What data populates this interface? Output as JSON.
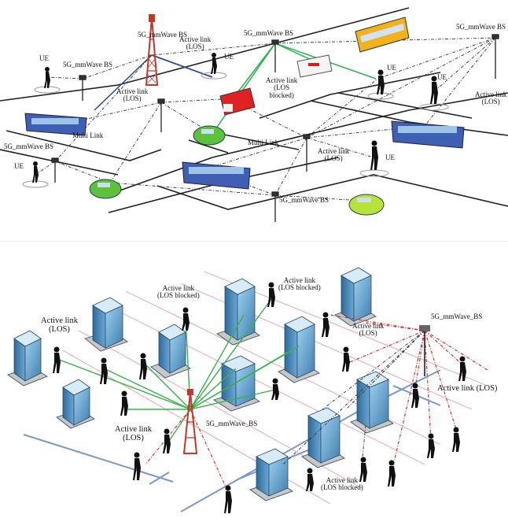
{
  "top": {
    "labels": {
      "bs_tower": "5G_mmWave BS",
      "bs_ue": "5G_mmWave BS",
      "bs_mid": "5G_mmWave BS",
      "bs_right": "5G_mmWave BS",
      "bs_left": "5G_mmWave BS",
      "bs_bottom": "5G_mmWave BS",
      "active_top": "Active link\n(LOS)",
      "active_mid": "Active link\n(LOS)",
      "active_blocked": "Active link\n(LOS\nblocked)",
      "active_right": "Active link\n(LOS)",
      "active_center": "Active link\n(LOS)",
      "multi_1": "Multi Link",
      "multi_2": "Multi Link",
      "ue_1": "UE",
      "ue_2": "UE",
      "ue_3": "UE",
      "ue_4": "UE",
      "ue_5": "UE",
      "ue_6": "UE"
    }
  },
  "bottom": {
    "labels": {
      "active_left": "Active link\n(LOS)",
      "active_blocked_top": "Active link\n(LOS blocked)",
      "active_blocked_top2": "Active link\n(LOS blocked)",
      "active_small": "Active link\n(LOS)",
      "active_right": "Active link (LOS)",
      "active_lower_left": "Active link\n(LOS)",
      "active_blocked_bottom": "Active link\n(LOS blocked)",
      "bs_center": "5G_mmWave_BS",
      "bs_right": "5G_mmWave_BS"
    }
  }
}
